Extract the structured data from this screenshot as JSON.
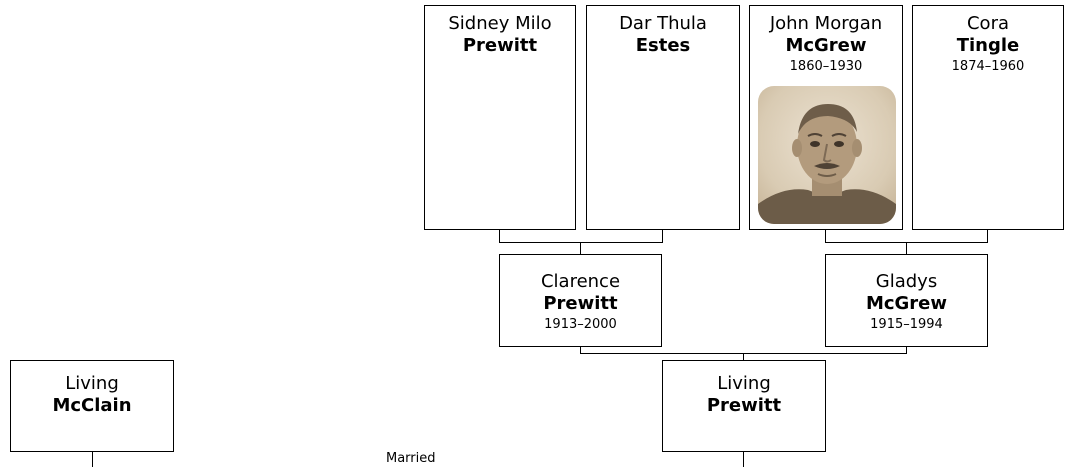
{
  "people": {
    "sidney": {
      "given": "Sidney Milo",
      "surname": "Prewitt"
    },
    "dar": {
      "given": "Dar Thula",
      "surname": "Estes"
    },
    "john": {
      "given": "John Morgan",
      "surname": "McGrew",
      "dates": "1860–1930",
      "photo": "portrait-photo"
    },
    "cora": {
      "given": "Cora",
      "surname": "Tingle",
      "dates": "1874–1960"
    },
    "clarence": {
      "given": "Clarence",
      "surname": "Prewitt",
      "dates": "1913–2000"
    },
    "gladys": {
      "given": "Gladys",
      "surname": "McGrew",
      "dates": "1915–1994"
    },
    "living_prewitt": {
      "given": "Living",
      "surname": "Prewitt"
    },
    "living_mcclain": {
      "given": "Living",
      "surname": "McClain"
    }
  },
  "relation_label": "Married",
  "colors": {
    "border": "#000000",
    "background": "#ffffff",
    "photo_sepia": "#8a7a60"
  }
}
